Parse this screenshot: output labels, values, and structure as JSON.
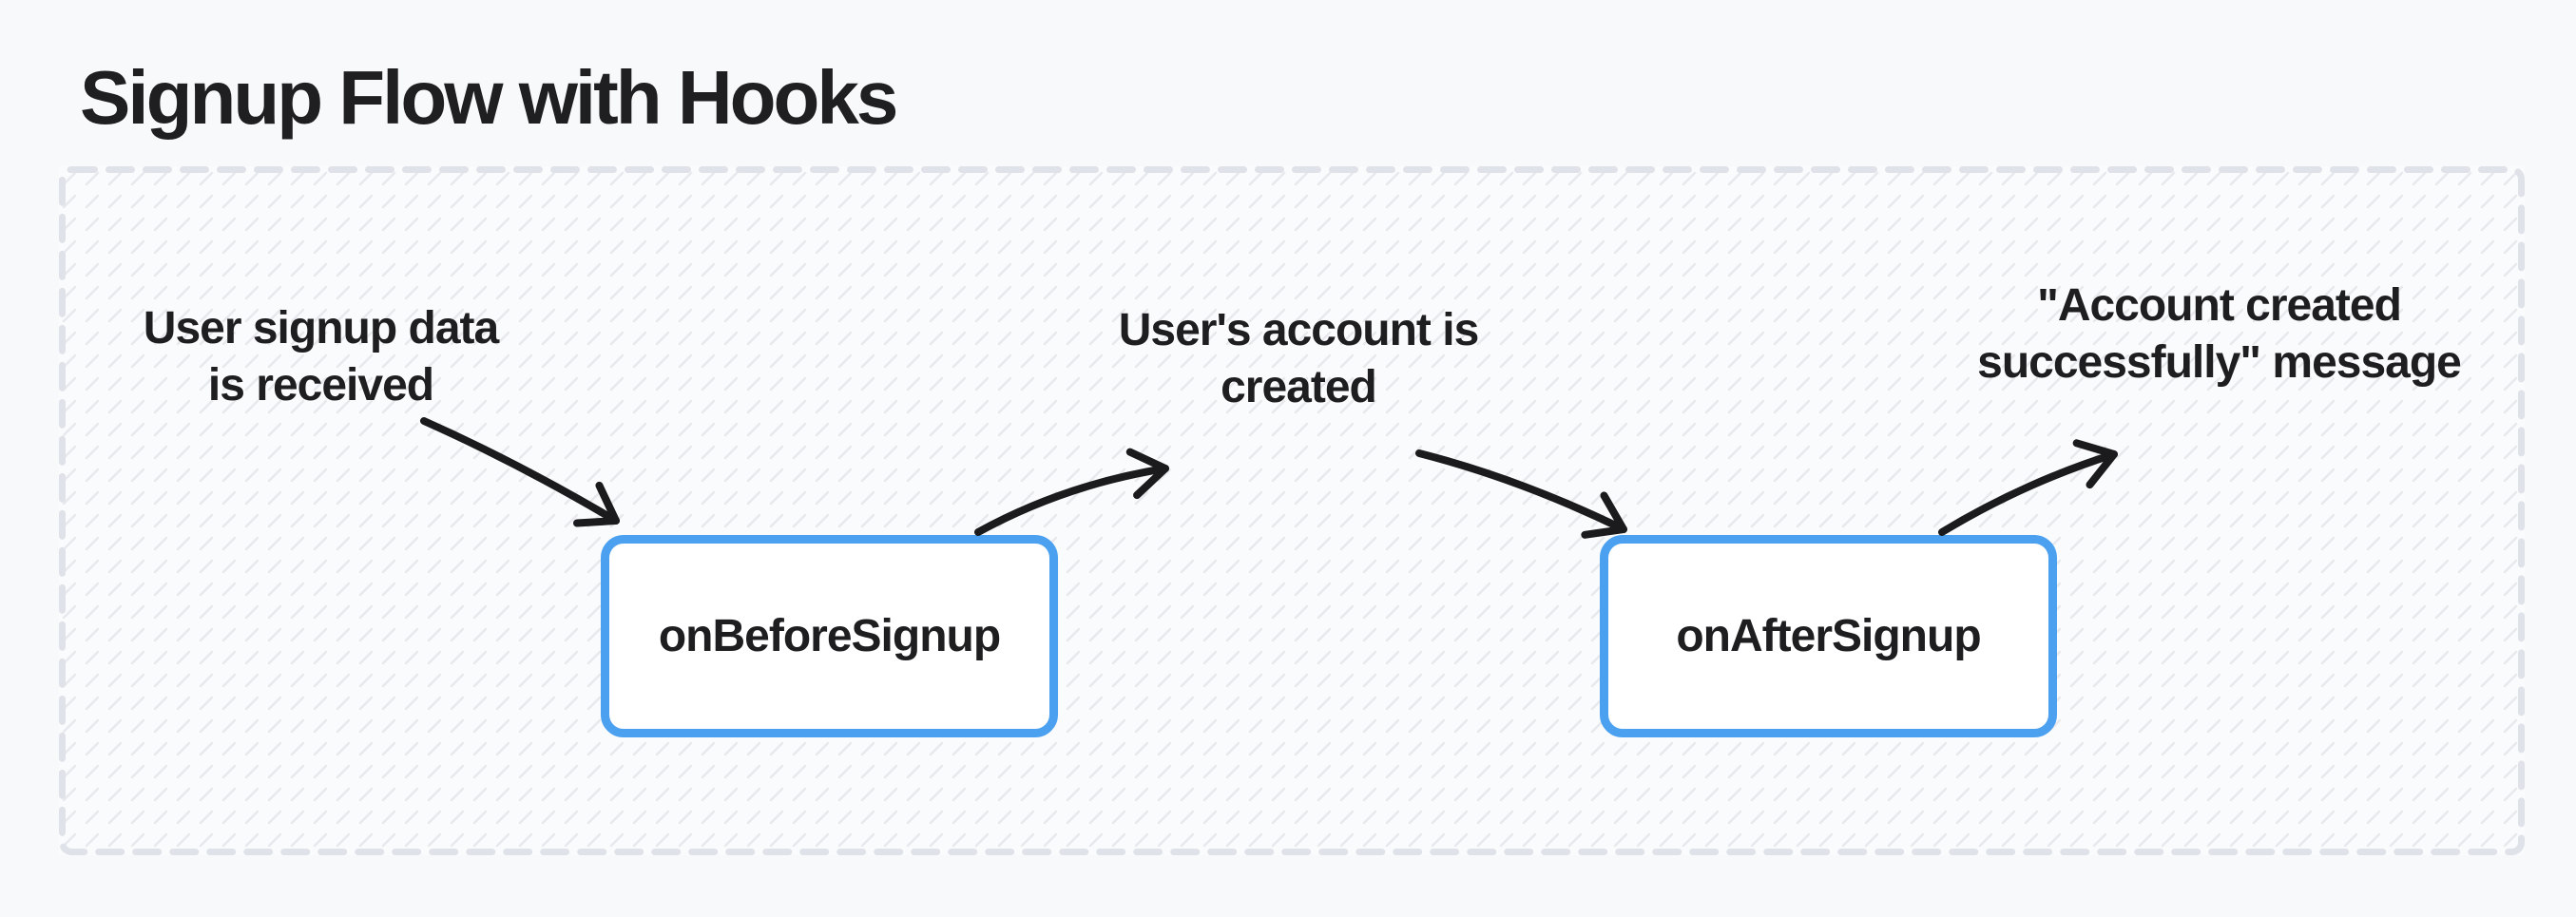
{
  "title": "Signup Flow with Hooks",
  "colors": {
    "page_background": "#f8f9fb",
    "canvas_background": "#fafbfc",
    "canvas_dashed_border": "#dfe2e8",
    "canvas_hatch": "#e7e9ee",
    "node_border_blue": "#4ba0f0",
    "node_fill": "#ffffff",
    "ink": "#1e1e20"
  },
  "nodes": [
    {
      "label": "onBeforeSignup"
    },
    {
      "label": "onAfterSignup"
    }
  ],
  "annotations": [
    {
      "line1": "User signup data",
      "line2": "is received"
    },
    {
      "line1": "User's account is",
      "line2": "created"
    },
    {
      "line1": "\"Account created",
      "line2": "successfully\" message"
    }
  ],
  "edges": [
    {
      "from": "user-signup-data-annotation",
      "to": "onBeforeSignup-node"
    },
    {
      "from": "onBeforeSignup-node",
      "to": "account-created-annotation"
    },
    {
      "from": "account-created-annotation",
      "to": "onAfterSignup-node"
    },
    {
      "from": "onAfterSignup-node",
      "to": "account-created-message-annotation"
    }
  ]
}
